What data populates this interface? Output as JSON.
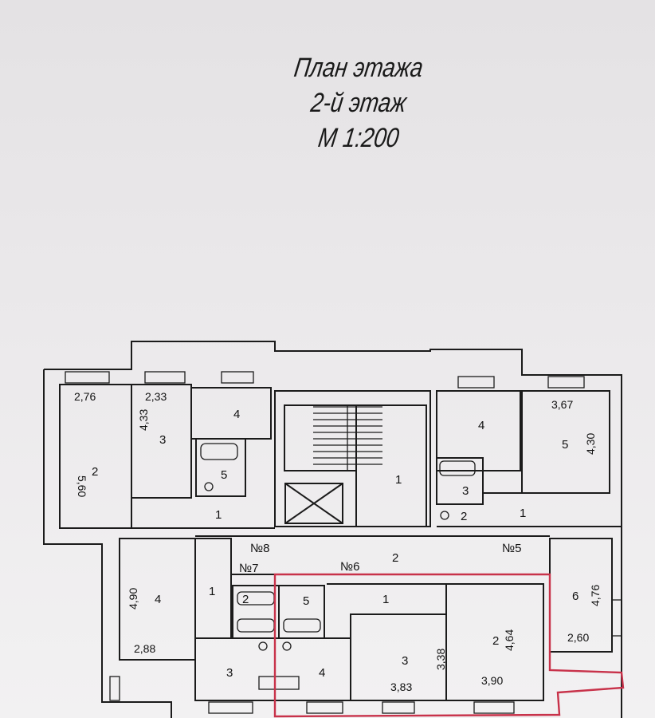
{
  "title": {
    "line1": "План этажа",
    "line2": "2-й этаж",
    "line3": "М 1:200"
  },
  "apartments": {
    "n5": "№5",
    "n6": "№6",
    "n7": "№7",
    "n8": "№8"
  },
  "rooms": {
    "tl_2": "2",
    "tl_3": "3",
    "tl_4": "4",
    "tl_5": "5",
    "tl_1": "1",
    "stair_1": "1",
    "tr_4": "4",
    "tr_5": "5",
    "tr_3": "3",
    "tr_2": "2",
    "tr_1": "1",
    "corr_2": "2",
    "bl_4": "4",
    "bl_1": "1",
    "bl_2": "2",
    "bl_5": "5",
    "bl_3": "3",
    "bl_4b": "4",
    "bm_1": "1",
    "bm_3": "3",
    "br_2": "2",
    "br_6": "6"
  },
  "dims": {
    "d276": "2,76",
    "d233": "2,33",
    "d560": "5,60",
    "d433": "4,33",
    "d367": "3,67",
    "d430": "4,30",
    "d490": "4,90",
    "d288": "2,88",
    "d338": "3,38",
    "d383": "3,83",
    "d464": "4,64",
    "d390": "3,90",
    "d476": "4,76",
    "d260": "2,60"
  },
  "highlight_color": "#c8324a"
}
